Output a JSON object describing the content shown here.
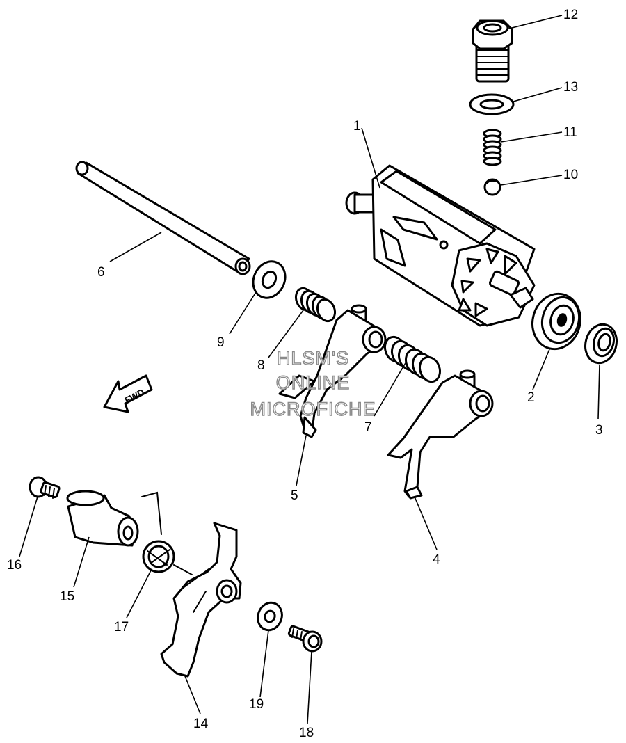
{
  "callouts": [
    {
      "id": "1",
      "label": "1"
    },
    {
      "id": "2",
      "label": "2"
    },
    {
      "id": "3",
      "label": "3"
    },
    {
      "id": "4",
      "label": "4"
    },
    {
      "id": "5",
      "label": "5"
    },
    {
      "id": "6",
      "label": "6"
    },
    {
      "id": "7",
      "label": "7"
    },
    {
      "id": "8",
      "label": "8"
    },
    {
      "id": "9",
      "label": "9"
    },
    {
      "id": "10",
      "label": "10"
    },
    {
      "id": "11",
      "label": "11"
    },
    {
      "id": "12",
      "label": "12"
    },
    {
      "id": "13",
      "label": "13"
    },
    {
      "id": "14",
      "label": "14"
    },
    {
      "id": "15",
      "label": "15"
    },
    {
      "id": "16",
      "label": "16"
    },
    {
      "id": "17",
      "label": "17"
    },
    {
      "id": "18",
      "label": "18"
    },
    {
      "id": "19",
      "label": "19"
    }
  ],
  "direction_arrow": {
    "label": "FWD"
  },
  "watermark": {
    "line1": "HLSM'S",
    "line2": "ONLINE",
    "line3": "MICROFICHE"
  },
  "colors": {
    "line": "#000000",
    "background": "#ffffff",
    "watermark_outline": "#8a8a8a"
  }
}
